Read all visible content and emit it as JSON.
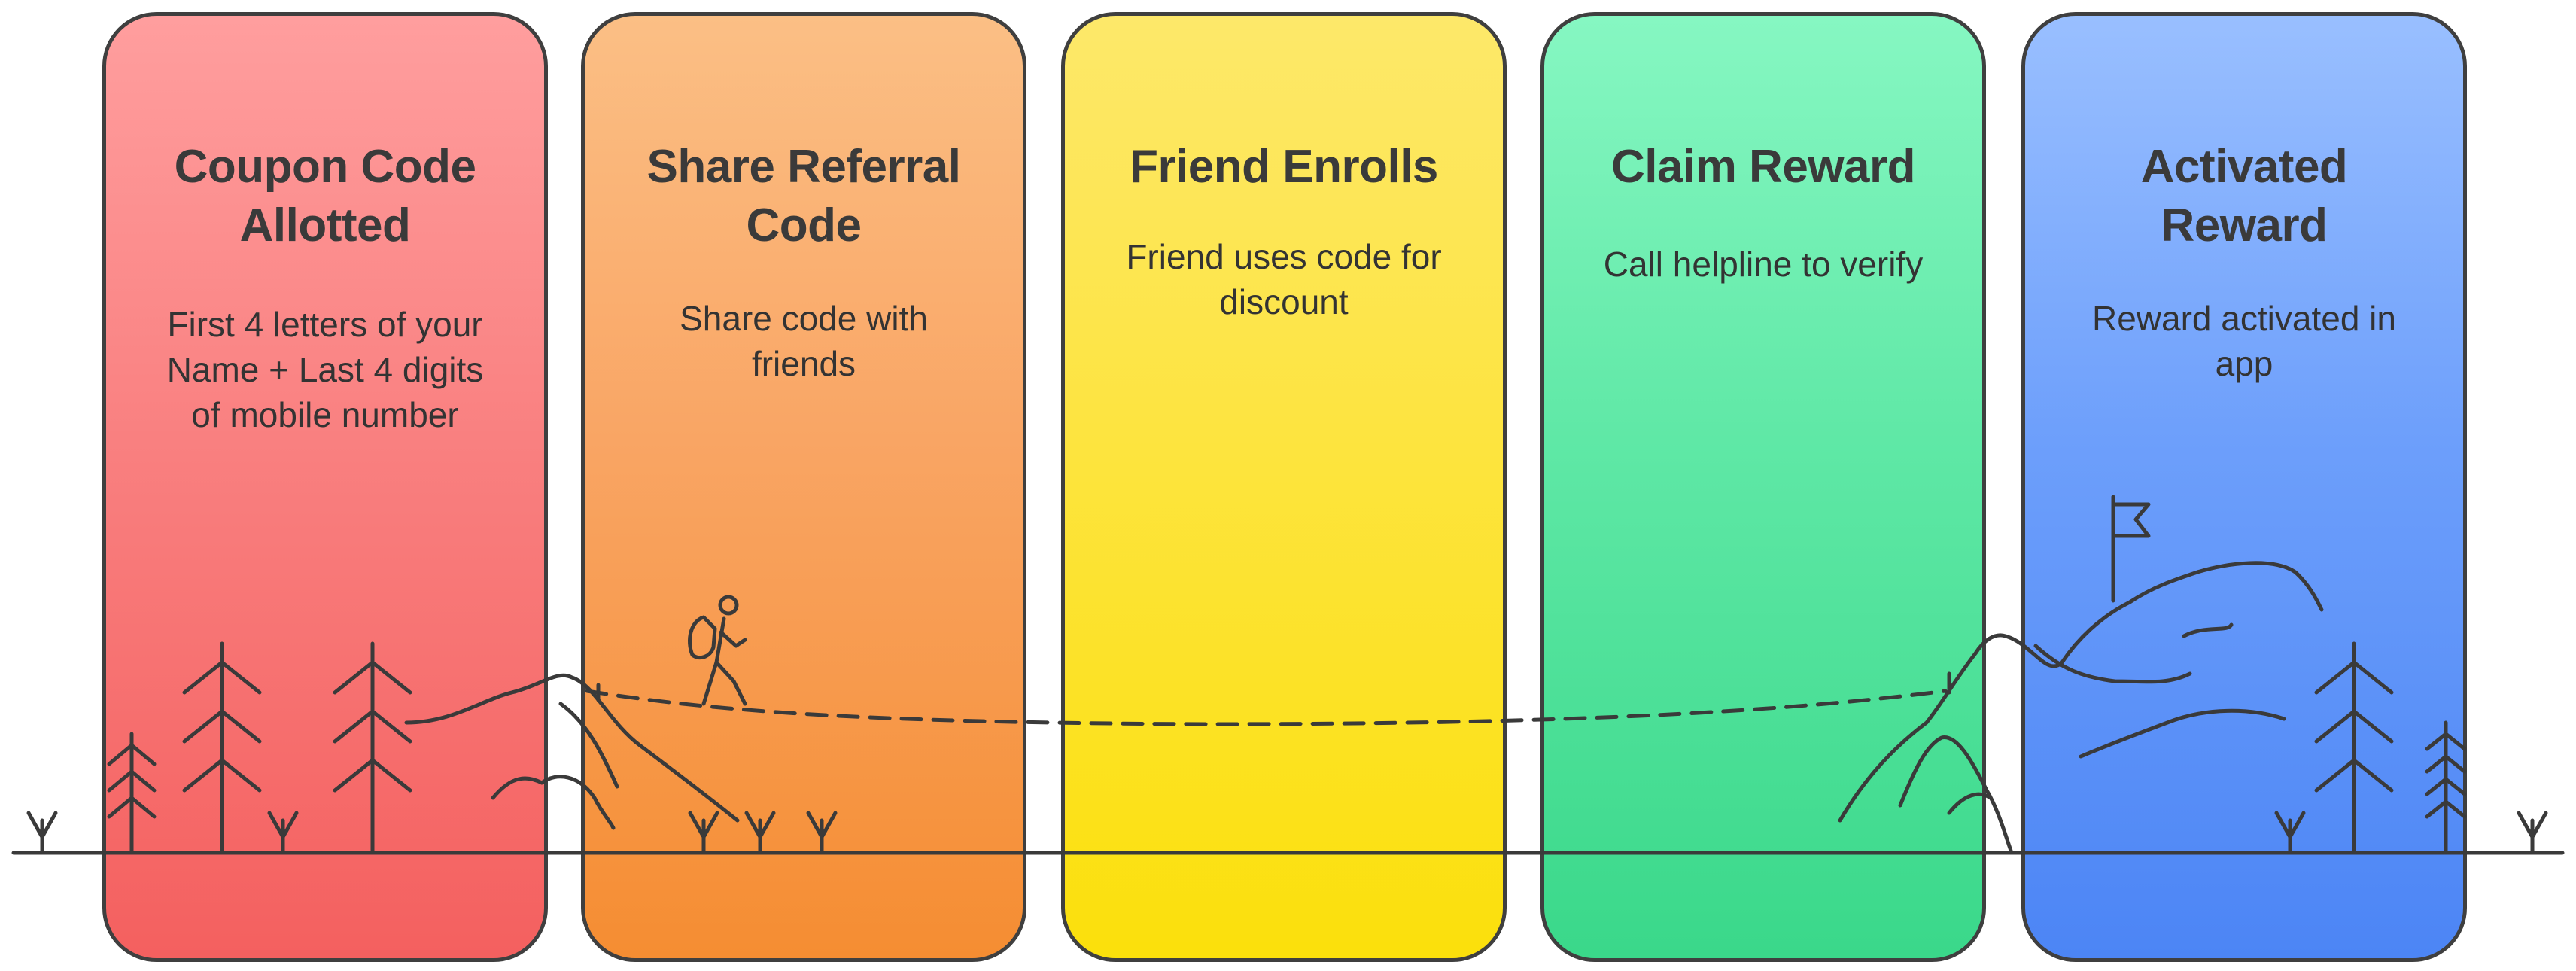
{
  "steps": [
    {
      "title_line1": "Coupon Code",
      "title_line2": "Allotted",
      "desc_line1": "First 4 letters of your",
      "desc_line2": "Name + Last 4 digits",
      "desc_line3": "of mobile number"
    },
    {
      "title_line1": "Share Referral",
      "title_line2": "Code",
      "desc_line1": "Share code with",
      "desc_line2": "friends"
    },
    {
      "title_line1": "Friend Enrolls",
      "desc_line1": "Friend uses code for",
      "desc_line2": "discount"
    },
    {
      "title_line1": "Claim Reward",
      "desc_line1": "Call helpline to verify"
    },
    {
      "title_line1": "Activated",
      "title_line2": "Reward",
      "desc_line1": "Reward activated in",
      "desc_line2": "app"
    }
  ],
  "colors": {
    "step1": "#f98080",
    "step2": "#f9a564",
    "step3": "#fde43f",
    "step4": "#5fe8a6",
    "step5": "#6d9ffb",
    "line": "#3a3a3a"
  },
  "icons": [
    "tree-icon",
    "hiker-icon",
    "mountain-icon",
    "flag-icon",
    "grass-icon"
  ]
}
